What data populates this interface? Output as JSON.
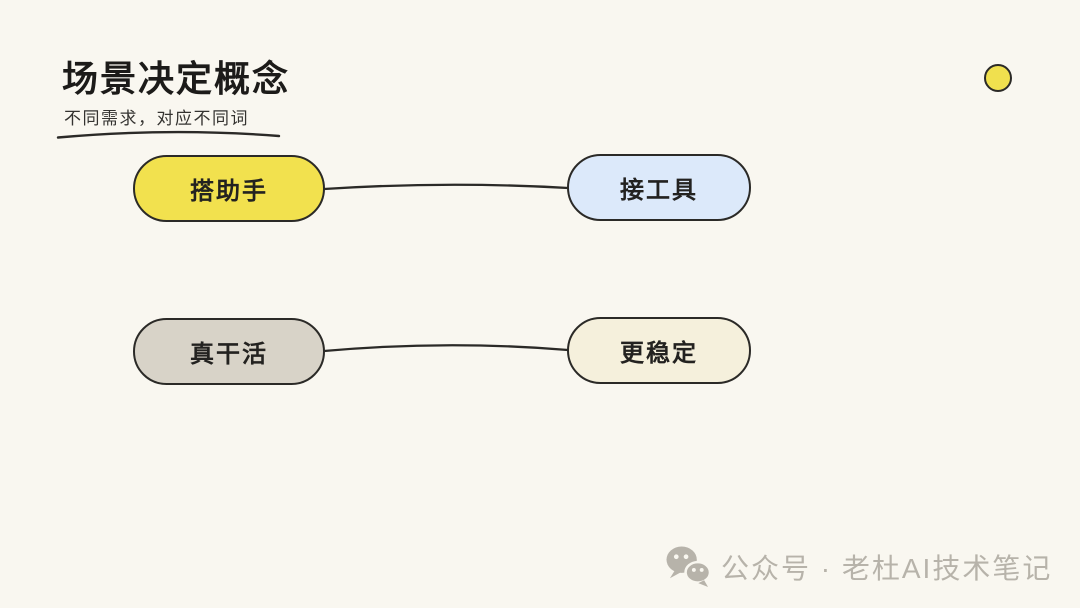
{
  "colors": {
    "background": "#F9F7F0",
    "ink": "#2B2A27",
    "title_text": "#1C1B19",
    "subtitle_text": "#343330",
    "node_text": "#232220",
    "watermark": "#B7B3AA"
  },
  "header": {
    "title": "场景决定概念",
    "subtitle": "不同需求，对应不同词"
  },
  "decor": {
    "dot_color": "#F0E04E"
  },
  "diagram": {
    "nodes": [
      {
        "id": "assistant",
        "label": "搭助手",
        "fill": "#F2E14E"
      },
      {
        "id": "tool",
        "label": "接工具",
        "fill": "#DCE9FA"
      },
      {
        "id": "work",
        "label": "真干活",
        "fill": "#D8D3C8"
      },
      {
        "id": "stable",
        "label": "更稳定",
        "fill": "#F5F0DC"
      }
    ],
    "edges": [
      {
        "from": "搭助手",
        "to": "接工具"
      },
      {
        "from": "真干活",
        "to": "更稳定"
      }
    ]
  },
  "watermark": {
    "icon": "wechat-icon",
    "text": "公众号 · 老杜AI技术笔记"
  }
}
